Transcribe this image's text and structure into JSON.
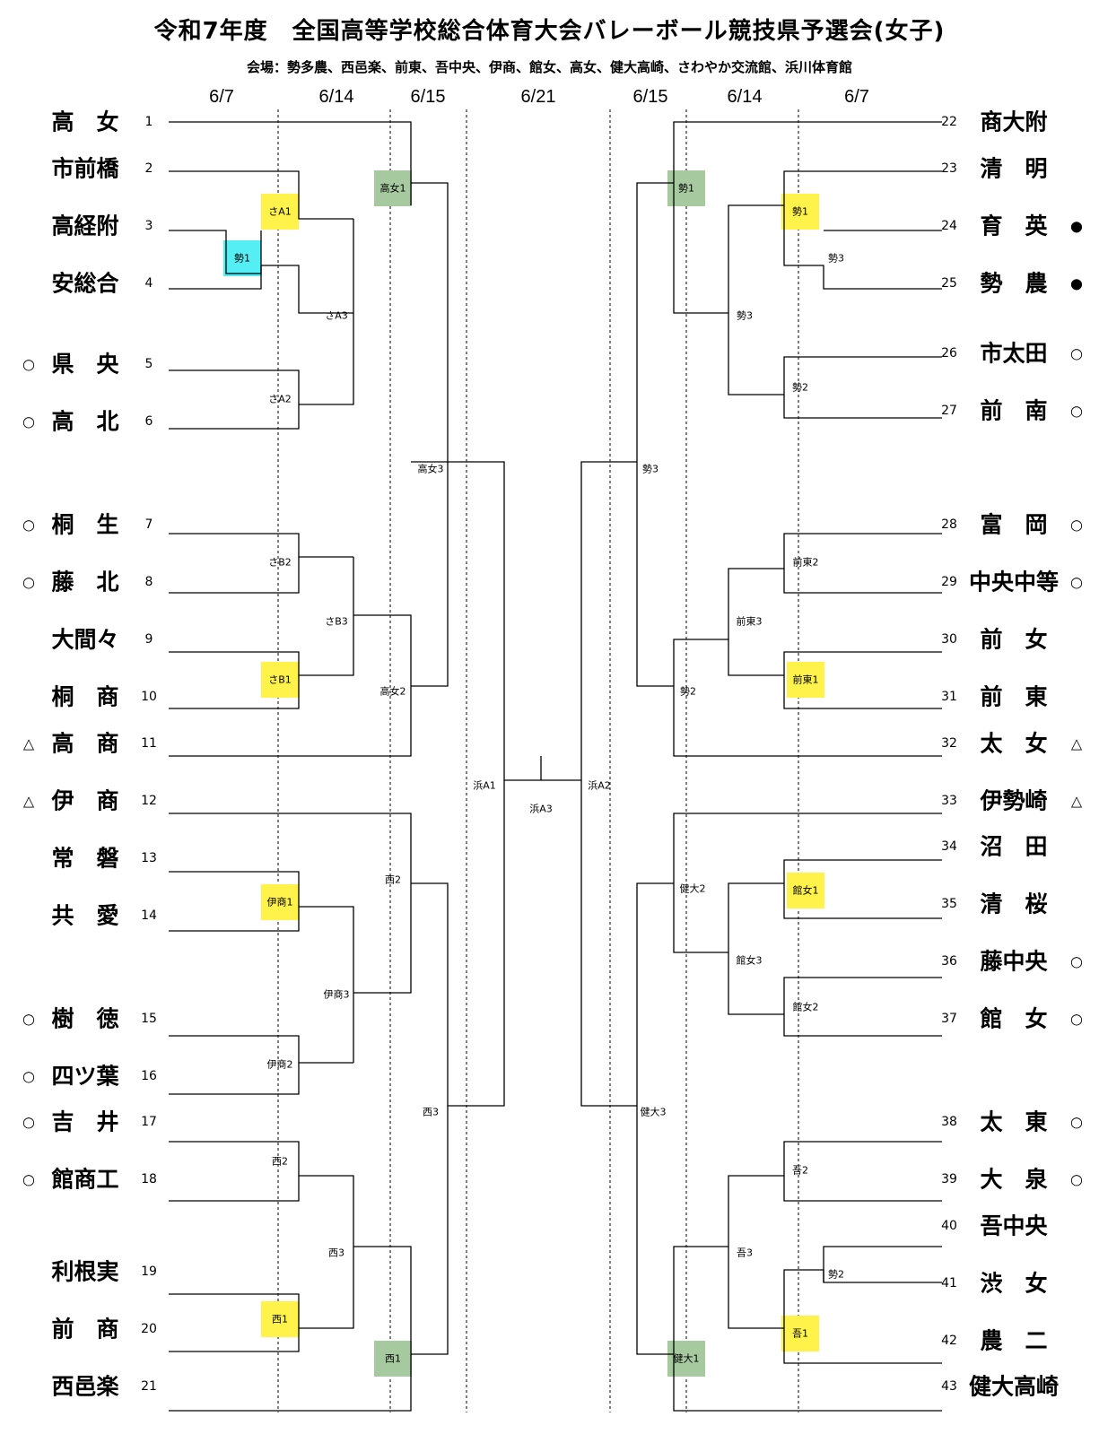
{
  "title": "令和7年度　全国高等学校総合体育大会バレーボール競技県予選会(女子)",
  "venues": "会場：勢多農、西邑楽、前東、吾中央、伊商、館女、高女、健大高崎、さわやか交流館、浜川体育館",
  "dates": [
    "6/7",
    "6/14",
    "6/15",
    "6/21",
    "6/15",
    "6/14",
    "6/7"
  ],
  "colors": {
    "yellow": "#fff24a",
    "green": "#a6c9a0",
    "cyan": "#55eef5"
  },
  "left_teams": [
    {
      "name": "高　女",
      "num": "1",
      "mark": ""
    },
    {
      "name": "市前橋",
      "num": "2",
      "mark": ""
    },
    {
      "name": "高経附",
      "num": "3",
      "mark": ""
    },
    {
      "name": "安総合",
      "num": "4",
      "mark": ""
    },
    {
      "name": "県　央",
      "num": "5",
      "mark": "○"
    },
    {
      "name": "高　北",
      "num": "6",
      "mark": "○"
    },
    {
      "name": "桐　生",
      "num": "7",
      "mark": "○"
    },
    {
      "name": "藤　北",
      "num": "8",
      "mark": "○"
    },
    {
      "name": "大間々",
      "num": "9",
      "mark": ""
    },
    {
      "name": "桐　商",
      "num": "10",
      "mark": ""
    },
    {
      "name": "高　商",
      "num": "11",
      "mark": "△"
    },
    {
      "name": "伊　商",
      "num": "12",
      "mark": "△"
    },
    {
      "name": "常　磐",
      "num": "13",
      "mark": ""
    },
    {
      "name": "共　愛",
      "num": "14",
      "mark": ""
    },
    {
      "name": "樹　徳",
      "num": "15",
      "mark": "○"
    },
    {
      "name": "四ツ葉",
      "num": "16",
      "mark": "○"
    },
    {
      "name": "吉　井",
      "num": "17",
      "mark": "○"
    },
    {
      "name": "館商工",
      "num": "18",
      "mark": "○"
    },
    {
      "name": "利根実",
      "num": "19",
      "mark": ""
    },
    {
      "name": "前　商",
      "num": "20",
      "mark": ""
    },
    {
      "name": "西邑楽",
      "num": "21",
      "mark": ""
    }
  ],
  "right_teams": [
    {
      "name": "商大附",
      "num": "22",
      "mark": ""
    },
    {
      "name": "清　明",
      "num": "23",
      "mark": ""
    },
    {
      "name": "育　英",
      "num": "24",
      "mark": "●"
    },
    {
      "name": "勢　農",
      "num": "25",
      "mark": "●"
    },
    {
      "name": "市太田",
      "num": "26",
      "mark": "○"
    },
    {
      "name": "前　南",
      "num": "27",
      "mark": "○"
    },
    {
      "name": "富　岡",
      "num": "28",
      "mark": "○"
    },
    {
      "name": "中央中等",
      "num": "29",
      "mark": "○"
    },
    {
      "name": "前　女",
      "num": "30",
      "mark": ""
    },
    {
      "name": "前　東",
      "num": "31",
      "mark": ""
    },
    {
      "name": "太　女",
      "num": "32",
      "mark": "△"
    },
    {
      "name": "伊勢崎",
      "num": "33",
      "mark": "△"
    },
    {
      "name": "沼　田",
      "num": "34",
      "mark": ""
    },
    {
      "name": "清　桜",
      "num": "35",
      "mark": ""
    },
    {
      "name": "藤中央",
      "num": "36",
      "mark": "○"
    },
    {
      "name": "館　女",
      "num": "37",
      "mark": "○"
    },
    {
      "name": "太　東",
      "num": "38",
      "mark": "○"
    },
    {
      "name": "大　泉",
      "num": "39",
      "mark": "○"
    },
    {
      "name": "吾中央",
      "num": "40",
      "mark": ""
    },
    {
      "name": "渋　女",
      "num": "41",
      "mark": ""
    },
    {
      "name": "農　二",
      "num": "42",
      "mark": ""
    },
    {
      "name": "健大高崎",
      "num": "43",
      "mark": ""
    }
  ],
  "match_labels": [
    {
      "text": "さA1",
      "highlight": "yellow"
    },
    {
      "text": "勢1",
      "highlight": "cyan"
    },
    {
      "text": "さA2",
      "highlight": ""
    },
    {
      "text": "さA3",
      "highlight": ""
    },
    {
      "text": "高女1",
      "highlight": "green"
    },
    {
      "text": "さB2",
      "highlight": ""
    },
    {
      "text": "さB1",
      "highlight": "yellow"
    },
    {
      "text": "さB3",
      "highlight": ""
    },
    {
      "text": "高女2",
      "highlight": ""
    },
    {
      "text": "高女3",
      "highlight": ""
    },
    {
      "text": "伊商1",
      "highlight": "yellow"
    },
    {
      "text": "伊商2",
      "highlight": ""
    },
    {
      "text": "伊商3",
      "highlight": ""
    },
    {
      "text": "西2",
      "highlight": ""
    },
    {
      "text": "西2",
      "highlight": ""
    },
    {
      "text": "西1",
      "highlight": "yellow"
    },
    {
      "text": "西3",
      "highlight": ""
    },
    {
      "text": "西1",
      "highlight": "green"
    },
    {
      "text": "西3",
      "highlight": ""
    },
    {
      "text": "浜A1",
      "highlight": ""
    },
    {
      "text": "浜A3",
      "highlight": ""
    },
    {
      "text": "浜A2",
      "highlight": ""
    },
    {
      "text": "勢1",
      "highlight": "yellow"
    },
    {
      "text": "勢3",
      "highlight": ""
    },
    {
      "text": "勢2",
      "highlight": ""
    },
    {
      "text": "勢3",
      "highlight": ""
    },
    {
      "text": "勢1",
      "highlight": "green"
    },
    {
      "text": "前東2",
      "highlight": ""
    },
    {
      "text": "前東1",
      "highlight": "yellow"
    },
    {
      "text": "前東3",
      "highlight": ""
    },
    {
      "text": "勢2",
      "highlight": ""
    },
    {
      "text": "勢3",
      "highlight": ""
    },
    {
      "text": "館女1",
      "highlight": "yellow"
    },
    {
      "text": "館女2",
      "highlight": ""
    },
    {
      "text": "館女3",
      "highlight": ""
    },
    {
      "text": "健大2",
      "highlight": ""
    },
    {
      "text": "吾2",
      "highlight": ""
    },
    {
      "text": "勢2",
      "highlight": ""
    },
    {
      "text": "吾1",
      "highlight": "yellow"
    },
    {
      "text": "吾3",
      "highlight": ""
    },
    {
      "text": "健大1",
      "highlight": "green"
    },
    {
      "text": "健大3",
      "highlight": ""
    }
  ]
}
